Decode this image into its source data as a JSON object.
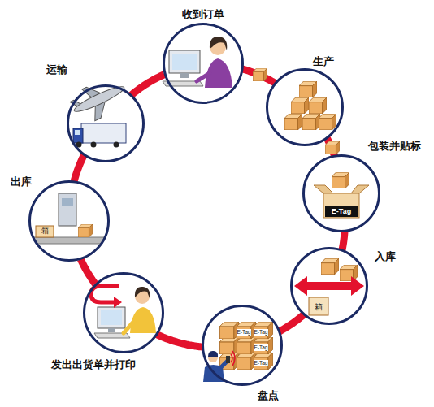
{
  "diagram": {
    "nodes": [
      {
        "text": [
          "收到订单"
        ]
      },
      {
        "text": [
          "生产"
        ]
      },
      {
        "text": [
          "包装并贴标"
        ]
      },
      {
        "text": [
          "入库"
        ]
      },
      {
        "text": [
          "盘点"
        ]
      },
      {
        "text": [
          "发出出货单并打印"
        ]
      },
      {
        "text": [
          "出库"
        ]
      },
      {
        "text": [
          "运输"
        ]
      }
    ],
    "edges": [
      {
        "from": 0,
        "to": 1,
        "arrow": "none"
      },
      {
        "from": 1,
        "to": 2,
        "arrow": "none"
      },
      {
        "from": 2,
        "to": 3,
        "arrow": "none"
      },
      {
        "from": 3,
        "to": 4,
        "arrow": "none"
      },
      {
        "from": 4,
        "to": 5,
        "arrow": "none"
      },
      {
        "from": 5,
        "to": 6,
        "arrow": "none"
      },
      {
        "from": 6,
        "to": 7,
        "arrow": "none"
      },
      {
        "from": 7,
        "to": 0,
        "arrow": "none"
      }
    ],
    "labels": [
      "E-Tag",
      "箱",
      "E-Tag",
      "E-Tag",
      "E-Tag",
      "E-Tag",
      "箱"
    ]
  }
}
